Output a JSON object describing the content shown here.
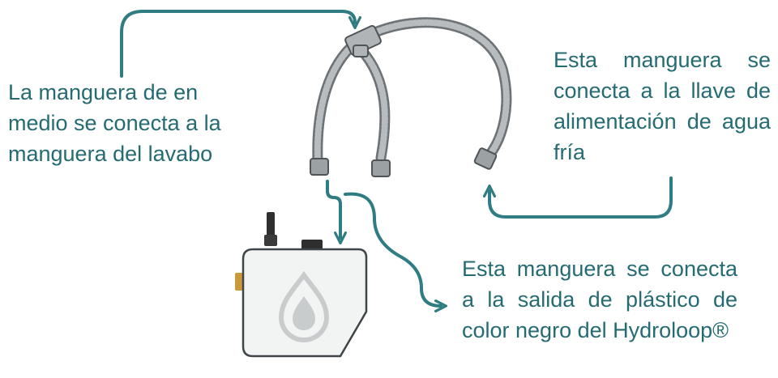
{
  "labels": {
    "left": "La manguera de en medio se conecta a la manguera del lavabo",
    "right_top": "Esta manguera se conecta a la llave de alimentación de agua fría",
    "right_bottom": "Esta manguera se conecta a la salida de plástico de color negro del Hydroloop®"
  },
  "colors": {
    "accent": "#2f7c82",
    "text": "#256b72",
    "hose": "#8f9598",
    "device": "#f2f3f3"
  },
  "icons": [
    "water-drop-icon"
  ]
}
